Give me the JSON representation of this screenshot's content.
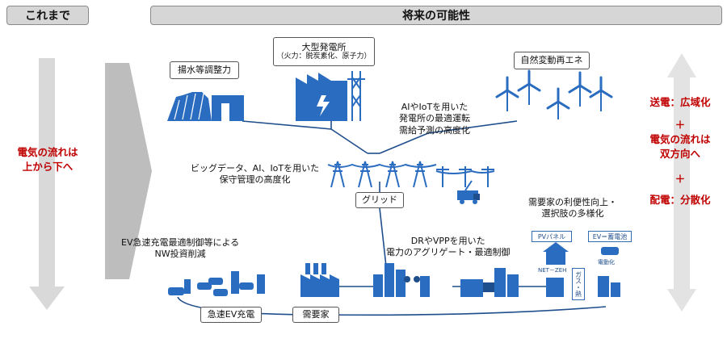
{
  "headers": {
    "left": "これまで",
    "right": "将来の可能性"
  },
  "left_side": {
    "flow_text_line1": "電気の流れは",
    "flow_text_line2": "上から下へ"
  },
  "right_side": {
    "line1": "送電：広域化",
    "plus1": "＋",
    "line2": "電気の流れは",
    "line3": "双方向へ",
    "plus2": "＋",
    "line4": "配電：分散化"
  },
  "labels": {
    "pumped_hydro": "揚水等調整力",
    "large_power_line1": "大型発電所",
    "large_power_line2": "（火力：脱炭素化、原子力）",
    "renewables": "自然変動再エネ",
    "ai_plant_line1": "AIやIoTを用いた",
    "ai_plant_line2": "発電所の最適運転",
    "ai_plant_line3": "需給予測の高度化",
    "bigdata_line1": "ビッグデータ、AI、IoTを用いた",
    "bigdata_line2": "保守管理の高度化",
    "grid": "グリッド",
    "consumer_line1": "需要家の利便性向上・",
    "consumer_line2": "選択肢の多様化",
    "ev_line1": "EV急速充電最適制御等による",
    "ev_line2": "NW投資削減",
    "dr_line1": "DRやVPPを用いた",
    "dr_line2": "電力のアグリゲート・最適制御",
    "pv_panel": "PVパネル",
    "ev_storage": "EV＝蓄電池",
    "net_zeh": "NET－ZEH",
    "electrification": "電動化",
    "gas_heat": "ガス・熱",
    "rapid_ev": "急速EV充電",
    "consumer": "需要家"
  },
  "colors": {
    "icon_blue": "#2a6cc0",
    "dark_blue": "#1f4e8c",
    "accent_red": "#c00000",
    "header_gray": "#d6d6d6",
    "arrow_gray": "#d9d9d9"
  }
}
